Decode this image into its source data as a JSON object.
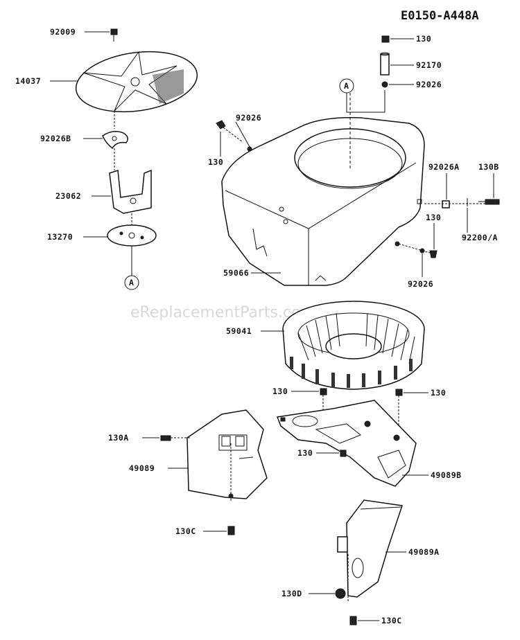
{
  "diagram_code": "E0150-A448A",
  "watermark": "eReplacementParts.com",
  "ref_marker": "A",
  "callouts": {
    "p92009": "92009",
    "p14037": "14037",
    "p92026B": "92026B",
    "p23062": "23062",
    "p13270": "13270",
    "p130_top": "130",
    "p92170": "92170",
    "p92026_top": "92026",
    "p92026_mid": "92026",
    "p130_left": "130",
    "p92026A": "92026A",
    "p130B": "130B",
    "p130_right": "130",
    "p92200A": "92200/A",
    "p59066": "59066",
    "p92026_low": "92026",
    "p59041": "59041",
    "p130_c1": "130",
    "p130_c2": "130",
    "p130A": "130A",
    "p49089": "49089",
    "p130_c3": "130",
    "p49089B": "49089B",
    "p130C_left": "130C",
    "p49089A": "49089A",
    "p130D": "130D",
    "p130C_bottom": "130C"
  }
}
